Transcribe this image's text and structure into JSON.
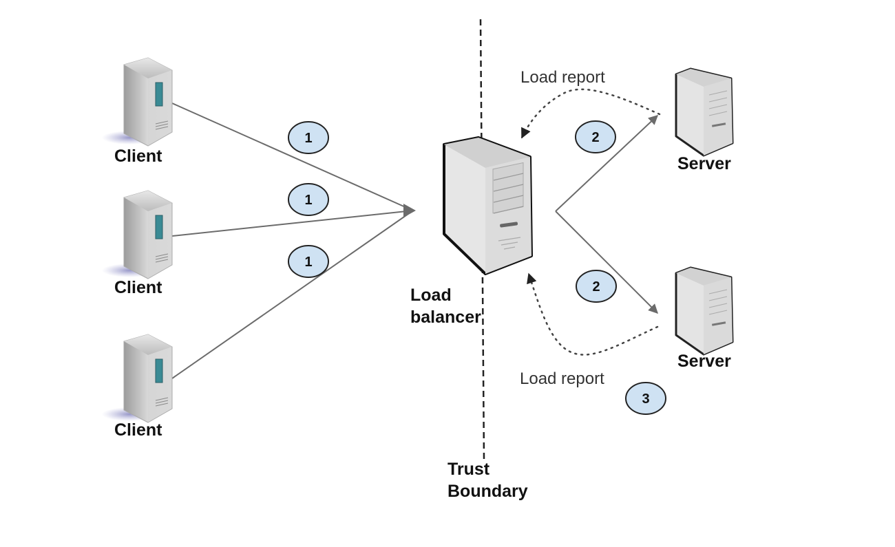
{
  "diagram": {
    "title": "Load balancer architecture with trust boundary",
    "clients": [
      {
        "label": "Client"
      },
      {
        "label": "Client"
      },
      {
        "label": "Client"
      }
    ],
    "load_balancer": {
      "label_line1": "Load",
      "label_line2": "balancer"
    },
    "servers": [
      {
        "label": "Server"
      },
      {
        "label": "Server"
      }
    ],
    "trust_boundary": {
      "label_line1": "Trust",
      "label_line2": "Boundary"
    },
    "load_reports": [
      {
        "label": "Load report"
      },
      {
        "label": "Load report"
      }
    ],
    "step_badges": [
      {
        "number": "1",
        "meaning": "client request to load balancer"
      },
      {
        "number": "1",
        "meaning": "client request to load balancer"
      },
      {
        "number": "1",
        "meaning": "client request to load balancer"
      },
      {
        "number": "2",
        "meaning": "load balancer forwards to server"
      },
      {
        "number": "2",
        "meaning": "load balancer forwards to server"
      },
      {
        "number": "3",
        "meaning": "server sends load report"
      }
    ],
    "colors": {
      "badge_fill": "#cfe2f3",
      "badge_stroke": "#222222",
      "arrow": "#6b6b6b",
      "dotted_arrow": "#444444",
      "client_window": "#3a8a94"
    }
  }
}
